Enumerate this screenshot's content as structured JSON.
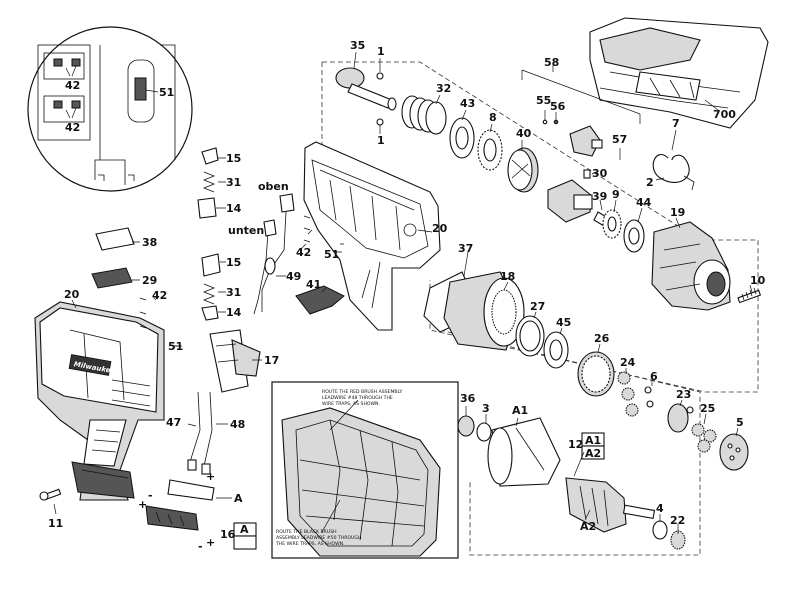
{
  "diagram": {
    "inset_labels": [
      "42",
      "42",
      "51"
    ],
    "part_labels": {
      "p35": "35",
      "p1a": "1",
      "p1b": "1",
      "p32": "32",
      "p43": "43",
      "p8": "8",
      "p40": "40",
      "p58": "58",
      "p55": "55",
      "p56": "56",
      "p57": "57",
      "p7": "7",
      "p2": "2",
      "p700": "700",
      "p30": "30",
      "p39": "39",
      "p9": "9",
      "p44": "44",
      "p19": "19",
      "p10": "10",
      "p15a": "15",
      "p31a": "31",
      "p14a": "14",
      "p15b": "15",
      "p31b": "31",
      "p14b": "14",
      "p38": "38",
      "p29": "29",
      "p42a": "42",
      "p42b": "42",
      "p51a": "51",
      "p51b": "51",
      "p20a": "20",
      "p20b": "20",
      "p49": "49",
      "p41": "41",
      "p37": "37",
      "p18": "18",
      "p27": "27",
      "p45": "45",
      "p26": "26",
      "p24": "24",
      "p6": "6",
      "p23": "23",
      "p25": "25",
      "p5": "5",
      "p17": "17",
      "p47": "47",
      "p48": "48",
      "pA": "A",
      "p16": "16",
      "p11": "11",
      "p36": "36",
      "p3": "3",
      "pA1": "A1",
      "p12": "12",
      "pA1b": "A1",
      "pA2": "A2",
      "pA2b": "A2",
      "p4": "4",
      "p22": "22"
    },
    "wire_labels": {
      "top": "oben",
      "bottom": "unten"
    },
    "plus_minus": {
      "plus": "+",
      "minus": "-"
    },
    "note_red": [
      "ROUTE THE RED BRUSH ASSEMBLY",
      "LEADWIRE #48 THROUGH THE",
      "WIRE TRAPS, AS SHOWN."
    ],
    "note_black": [
      "ROUTE THE BLACK BRUSH",
      "ASSEMBLY LEADWIRE #50 THROUGH",
      "THE WIRE TRAPS, AS SHOWN."
    ],
    "brand": "Milwaukee"
  }
}
